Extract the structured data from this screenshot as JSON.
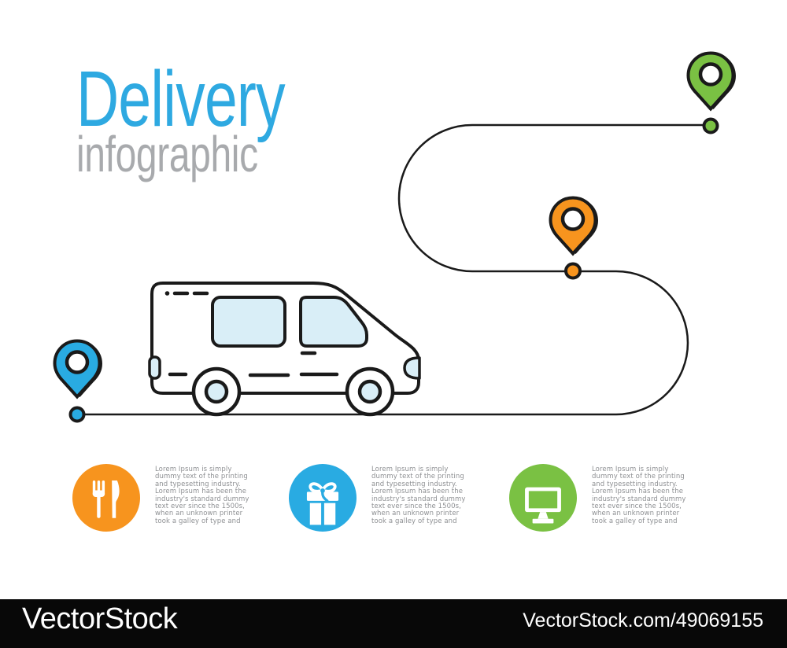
{
  "title": {
    "main": "Delivery",
    "subtitle": "infographic"
  },
  "colors": {
    "accent_blue": "#29ABE2",
    "accent_orange": "#F7941E",
    "accent_green": "#7AC143",
    "line_black": "#1A1A1A",
    "window_light_blue": "#D9EEF7",
    "body_text_gray": "#8E9093",
    "subtitle_gray": "#A8AAAD"
  },
  "route": {
    "stops": [
      {
        "id": "start",
        "pin_color": "#29ABE2",
        "icon": "map-pin-icon"
      },
      {
        "id": "waypoint",
        "pin_color": "#F7941E",
        "icon": "map-pin-icon"
      },
      {
        "id": "destination",
        "pin_color": "#7AC143",
        "icon": "map-pin-icon"
      }
    ],
    "vehicle": "delivery-van"
  },
  "sections": [
    {
      "icon": "food-icon",
      "circle_color": "#F7941E",
      "text": "Lorem Ipsum is simply\ndummy text of the printing\nand typesetting industry.\nLorem Ipsum has been the\nindustry's standard dummy\ntext ever since the 1500s,\nwhen an unknown printer\ntook a galley of type and"
    },
    {
      "icon": "gift-icon",
      "circle_color": "#29ABE2",
      "text": "Lorem Ipsum is simply\ndummy text of the printing\nand typesetting industry.\nLorem Ipsum has been the\nindustry's standard dummy\ntext ever since the 1500s,\nwhen an unknown printer\ntook a galley of type and"
    },
    {
      "icon": "monitor-icon",
      "circle_color": "#7AC143",
      "text": "Lorem Ipsum is simply\ndummy text of the printing\nand typesetting industry.\nLorem Ipsum has been the\nindustry's standard dummy\ntext ever since the 1500s,\nwhen an unknown printer\ntook a galley of type and"
    }
  ],
  "watermark": {
    "left": "VectorStock",
    "right": "VectorStock.com/49069155"
  }
}
